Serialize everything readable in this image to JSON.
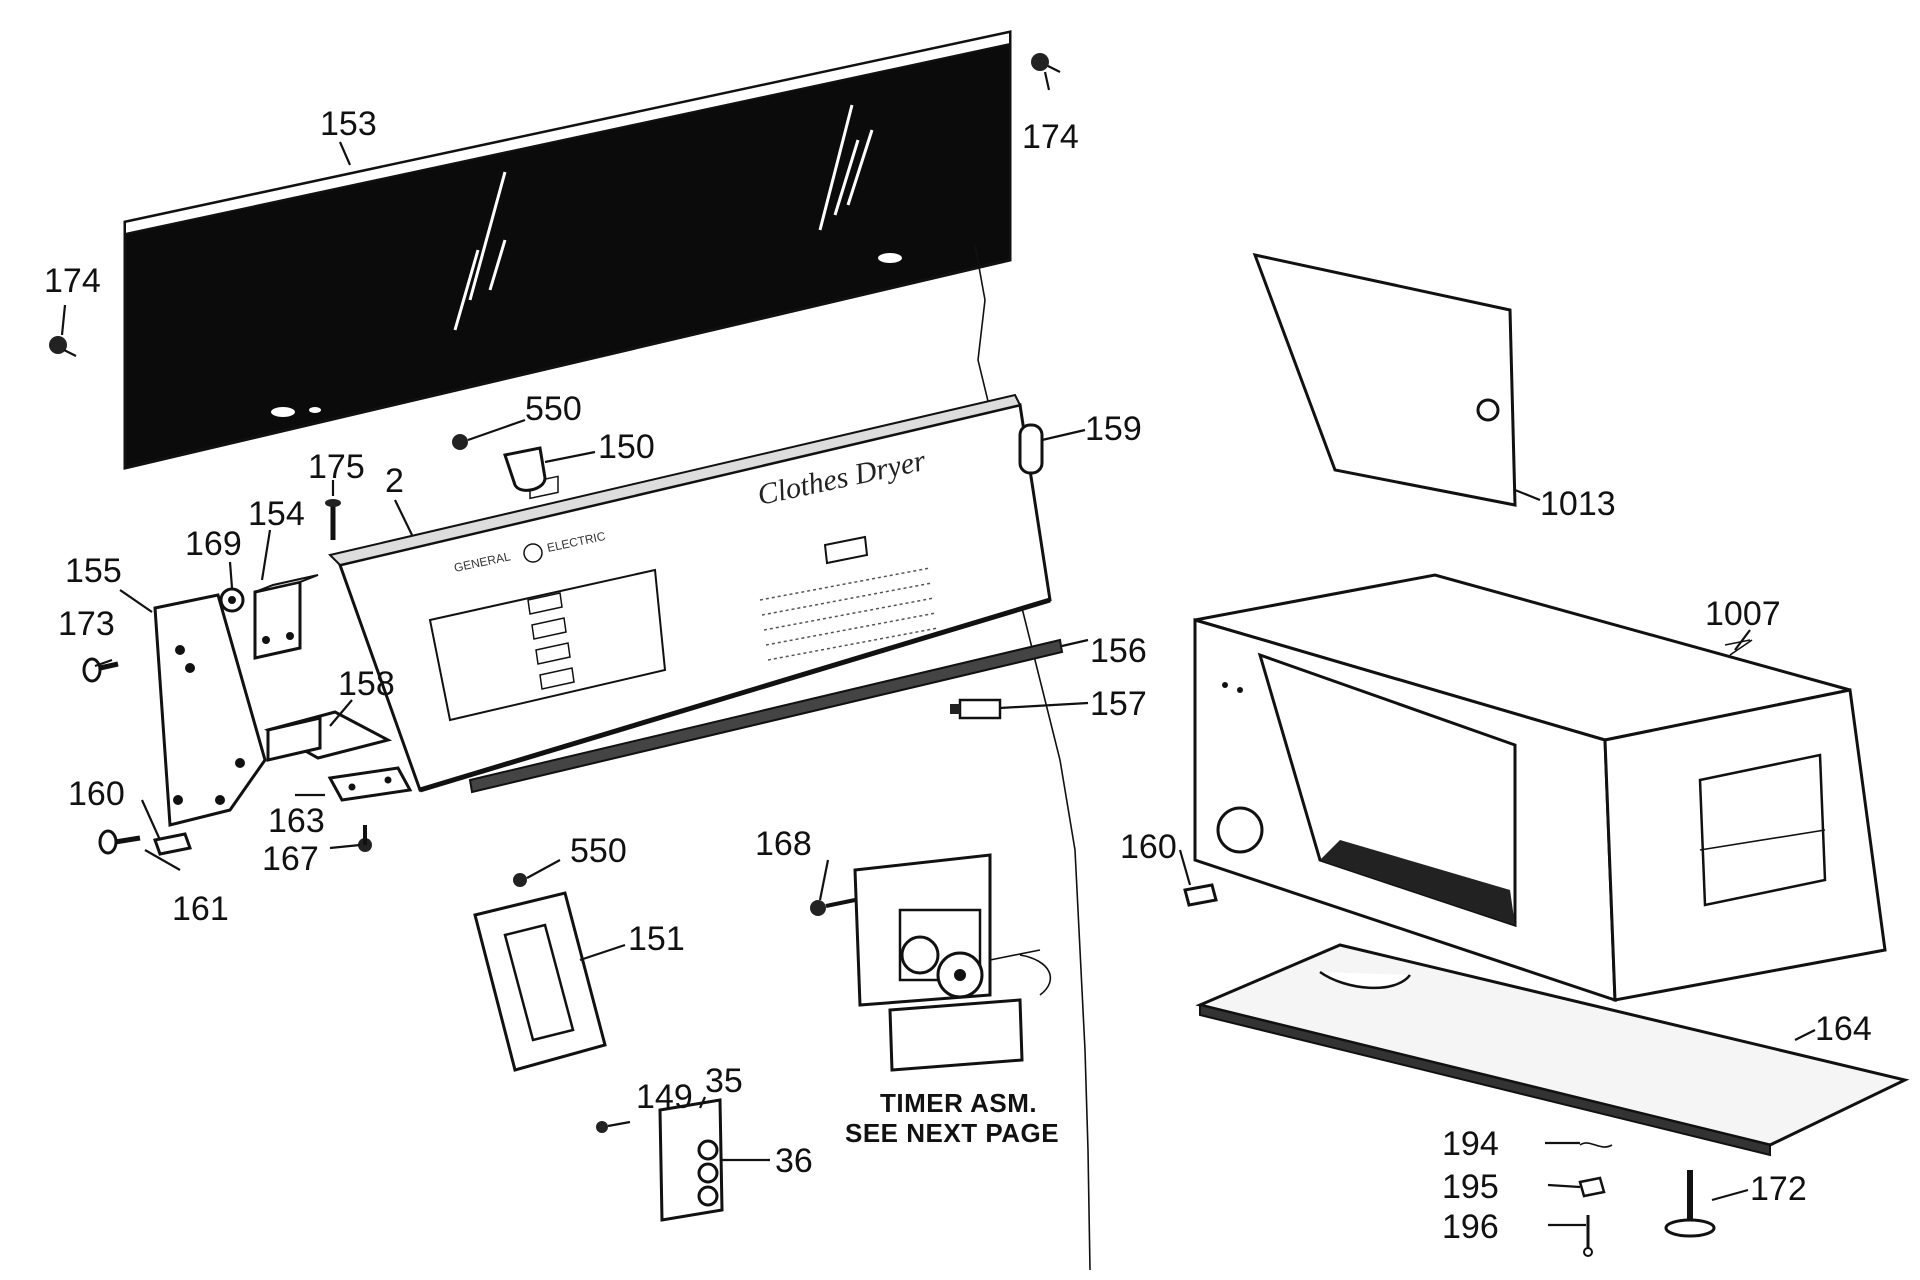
{
  "labels": {
    "p153": "153",
    "p174a": "174",
    "p174b": "174",
    "p550a": "550",
    "p150": "150",
    "p159": "159",
    "p175": "175",
    "p2": "2",
    "p1013": "1013",
    "p154": "154",
    "p169": "169",
    "p155": "155",
    "p173": "173",
    "p156": "156",
    "p157": "157",
    "p158": "158",
    "p1007": "1007",
    "p160a": "160",
    "p163": "163",
    "p167": "167",
    "p161": "161",
    "p550b": "550",
    "p168": "168",
    "p160b": "160",
    "p151": "151",
    "p149": "149",
    "p35": "35",
    "p36": "36",
    "p164": "164",
    "p194": "194",
    "p195": "195",
    "p196": "196",
    "p172": "172"
  },
  "panel_text": {
    "brand_left": "GENERAL",
    "brand_right": "ELECTRIC",
    "product": "Clothes Dryer"
  },
  "timer_caption": {
    "line1": "TIMER ASM.",
    "line2": "SEE NEXT PAGE"
  }
}
